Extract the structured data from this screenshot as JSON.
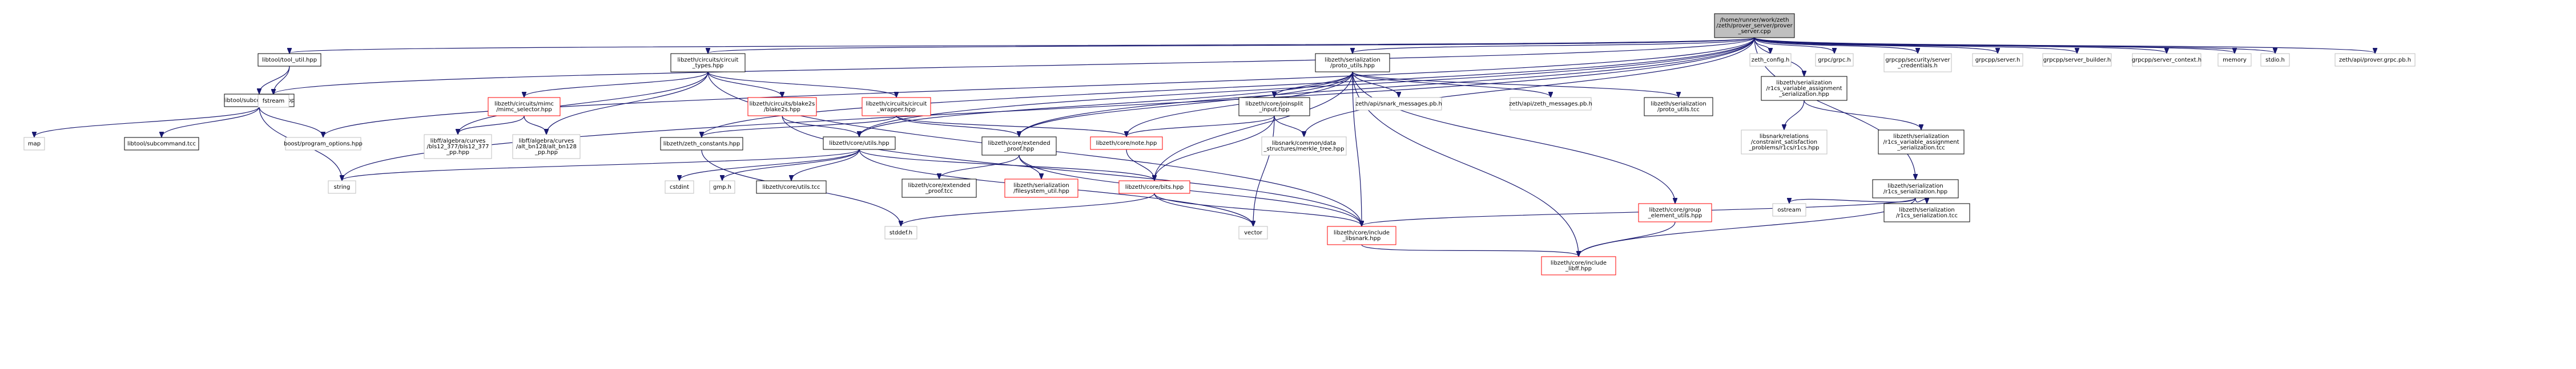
{
  "diagram": {
    "legend_colors": {
      "edge": "#191970",
      "root_fill": "#bfbfbf",
      "missing_border": "#ff0000",
      "external_border": "#bfbfbf",
      "local_border": "#000000"
    },
    "nodes": [
      {
        "id": "root",
        "kind": "root",
        "lines": [
          "/home/runner/work/zeth",
          "/zeth/prover_server/prover",
          "_server.cpp"
        ]
      },
      {
        "id": "tool_util",
        "kind": "local",
        "lines": [
          "libtool/tool_util.hpp"
        ]
      },
      {
        "id": "circuit_types",
        "kind": "local",
        "lines": [
          "libzeth/circuits/circuit",
          "_types.hpp"
        ]
      },
      {
        "id": "proto_utils",
        "kind": "local",
        "lines": [
          "libzeth/serialization",
          "/proto_utils.hpp"
        ]
      },
      {
        "id": "zeth_config",
        "kind": "external",
        "lines": [
          "zeth_config.h"
        ]
      },
      {
        "id": "grpcpp",
        "kind": "external",
        "lines": [
          "grpc/grpc.h"
        ]
      },
      {
        "id": "grpc_creds",
        "kind": "external",
        "lines": [
          "grpcpp/security/server",
          "_credentials.h"
        ]
      },
      {
        "id": "grpc_server",
        "kind": "external",
        "lines": [
          "grpcpp/server.h"
        ]
      },
      {
        "id": "grpc_builder",
        "kind": "external",
        "lines": [
          "grpcpp/server_builder.h"
        ]
      },
      {
        "id": "grpc_context",
        "kind": "external",
        "lines": [
          "grpcpp/server_context.h"
        ]
      },
      {
        "id": "memory",
        "kind": "external",
        "lines": [
          "memory"
        ]
      },
      {
        "id": "stdio",
        "kind": "external",
        "lines": [
          "stdio.h"
        ]
      },
      {
        "id": "prover_grpc",
        "kind": "external",
        "lines": [
          "zeth/api/prover.grpc.pb.h"
        ]
      },
      {
        "id": "r1cs_va_ser",
        "kind": "local",
        "lines": [
          "libzeth/serialization",
          "/r1cs_variable_assignment",
          "_serialization.hpp"
        ]
      },
      {
        "id": "subcommand",
        "kind": "local",
        "lines": [
          "libtool/subcommand.hpp"
        ]
      },
      {
        "id": "fstream",
        "kind": "external",
        "lines": [
          "fstream"
        ]
      },
      {
        "id": "mimc_selector",
        "kind": "missing",
        "lines": [
          "libzeth/circuits/mimc",
          "/mimc_selector.hpp"
        ]
      },
      {
        "id": "blake2s",
        "kind": "missing",
        "lines": [
          "libzeth/circuits/blake2s",
          "/blake2s.hpp"
        ]
      },
      {
        "id": "circuit_wrapper",
        "kind": "missing",
        "lines": [
          "libzeth/circuits/circuit",
          "_wrapper.hpp"
        ]
      },
      {
        "id": "joinsplit_input",
        "kind": "local",
        "lines": [
          "libzeth/core/joinsplit",
          "_input.hpp"
        ]
      },
      {
        "id": "snark_messages",
        "kind": "external",
        "lines": [
          "zeth/api/snark_messages.pb.h"
        ]
      },
      {
        "id": "zeth_messages",
        "kind": "external",
        "lines": [
          "zeth/api/zeth_messages.pb.h"
        ]
      },
      {
        "id": "proto_utils_tcc",
        "kind": "local",
        "lines": [
          "libzeth/serialization",
          "/proto_utils.tcc"
        ]
      },
      {
        "id": "libsnark_relations",
        "kind": "external",
        "lines": [
          "libsnark/relations",
          "/constraint_satisfaction",
          "_problems/r1cs/r1cs.hpp"
        ]
      },
      {
        "id": "r1cs_va_ser_tcc",
        "kind": "local",
        "lines": [
          "libzeth/serialization",
          "/r1cs_variable_assignment",
          "_serialization.tcc"
        ]
      },
      {
        "id": "map",
        "kind": "external",
        "lines": [
          "map"
        ]
      },
      {
        "id": "subcommand_tcc",
        "kind": "local",
        "lines": [
          "libtool/subcommand.tcc"
        ]
      },
      {
        "id": "program_options",
        "kind": "external",
        "lines": [
          "boost/program_options.hpp"
        ]
      },
      {
        "id": "bls12_377",
        "kind": "external",
        "lines": [
          "libff/algebra/curves",
          "/bls12_377/bls12_377",
          "_pp.hpp"
        ]
      },
      {
        "id": "alt_bn128",
        "kind": "external",
        "lines": [
          "libff/algebra/curves",
          "/alt_bn128/alt_bn128",
          "_pp.hpp"
        ]
      },
      {
        "id": "zeth_constants",
        "kind": "local",
        "lines": [
          "libzeth/zeth_constants.hpp"
        ]
      },
      {
        "id": "core_utils",
        "kind": "local",
        "lines": [
          "libzeth/core/utils.hpp"
        ]
      },
      {
        "id": "extended_proof",
        "kind": "local",
        "lines": [
          "libzeth/core/extended",
          "_proof.hpp"
        ]
      },
      {
        "id": "note",
        "kind": "missing",
        "lines": [
          "libzeth/core/note.hpp"
        ]
      },
      {
        "id": "merkle_tree",
        "kind": "external",
        "lines": [
          "libsnark/common/data",
          "_structures/merkle_tree.hpp"
        ]
      },
      {
        "id": "r1cs_ser",
        "kind": "local",
        "lines": [
          "libzeth/serialization",
          "/r1cs_serialization.hpp"
        ]
      },
      {
        "id": "string",
        "kind": "external",
        "lines": [
          "string"
        ]
      },
      {
        "id": "cstdint",
        "kind": "external",
        "lines": [
          "cstdint"
        ]
      },
      {
        "id": "gmp",
        "kind": "external",
        "lines": [
          "gmp.h"
        ]
      },
      {
        "id": "utils_tcc",
        "kind": "local",
        "lines": [
          "libzeth/core/utils.tcc"
        ]
      },
      {
        "id": "extended_proof_tcc",
        "kind": "local",
        "lines": [
          "libzeth/core/extended",
          "_proof.tcc"
        ]
      },
      {
        "id": "filesystem_util",
        "kind": "missing",
        "lines": [
          "libzeth/serialization",
          "/filesystem_util.hpp"
        ]
      },
      {
        "id": "bits",
        "kind": "missing",
        "lines": [
          "libzeth/core/bits.hpp"
        ]
      },
      {
        "id": "ostream",
        "kind": "external",
        "lines": [
          "ostream"
        ]
      },
      {
        "id": "r1cs_ser_tcc",
        "kind": "local",
        "lines": [
          "libzeth/serialization",
          "/r1cs_serialization.tcc"
        ]
      },
      {
        "id": "stddef",
        "kind": "external",
        "lines": [
          "stddef.h"
        ]
      },
      {
        "id": "vector",
        "kind": "external",
        "lines": [
          "vector"
        ]
      },
      {
        "id": "include_libsnark",
        "kind": "missing",
        "lines": [
          "libzeth/core/include",
          "_libsnark.hpp"
        ]
      },
      {
        "id": "group_element_utils",
        "kind": "missing",
        "lines": [
          "libzeth/core/group",
          "_element_utils.hpp"
        ]
      },
      {
        "id": "include_libff",
        "kind": "missing",
        "lines": [
          "libzeth/core/include",
          "_libff.hpp"
        ]
      }
    ]
  }
}
